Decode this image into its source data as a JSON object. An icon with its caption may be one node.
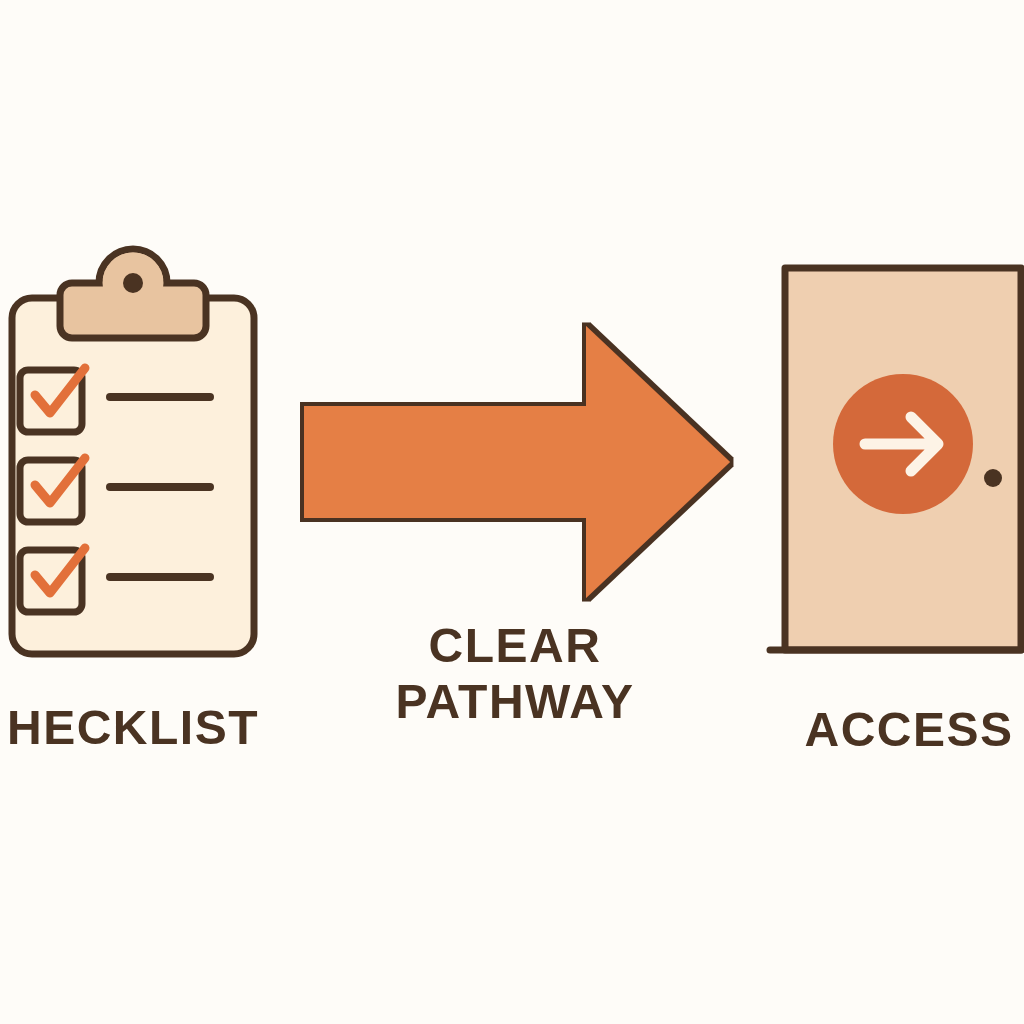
{
  "diagram": {
    "nodes": [
      {
        "text": [
          "HECKLIST"
        ]
      },
      {
        "text": [
          "ACCESS"
        ]
      }
    ],
    "edges": [
      {
        "from": 0,
        "to": 1,
        "arrow": "to",
        "label": "CLEAR PATHWAY"
      }
    ]
  }
}
